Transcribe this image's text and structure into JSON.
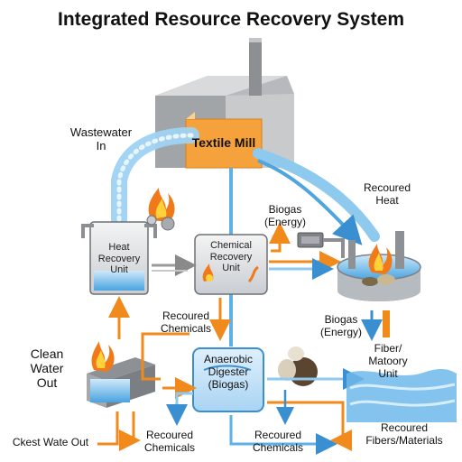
{
  "title": "Integrated Resource Recovery System",
  "labels": {
    "wastewater_in": "Wastewater\nIn",
    "textile_mill": "Textile Mill",
    "recovered_heat_top": "Recoured\nHeat",
    "biogas_energy_top": "Biogas\n(Energy)",
    "heat_recovery_unit": "Heat\nRecovery\nUnit",
    "chemical_recovery_unit": "Chemical\nRecovery\nUnit",
    "recovered_chemicals_mid": "Recoured\nChemicals",
    "biogas_energy_right": "Biogas\n(Energy)",
    "clean_water_out": "Clean\nWater\nOut",
    "anaerobic_digester": "Anaerobic\nDigester\n(Biogas)",
    "fiber_recovery_unit": "Fiber/\nMatoory\nUnit",
    "waste_water_out": "Ckest Wate Out",
    "recovered_chemicals_left": "Recoured\nChemicals",
    "recovered_chemicals_bottom": "Recoured\nChemicals",
    "recovered_fibers": "Recoured\nFibers/Materials"
  },
  "colors": {
    "water": "#8ec9ee",
    "water_dark": "#3a8fd0",
    "arrow_orange": "#f08a1c",
    "arrow_gray": "#8a8a8a",
    "mill_orange": "#f6a23c",
    "steel": "#9a9ea4"
  }
}
